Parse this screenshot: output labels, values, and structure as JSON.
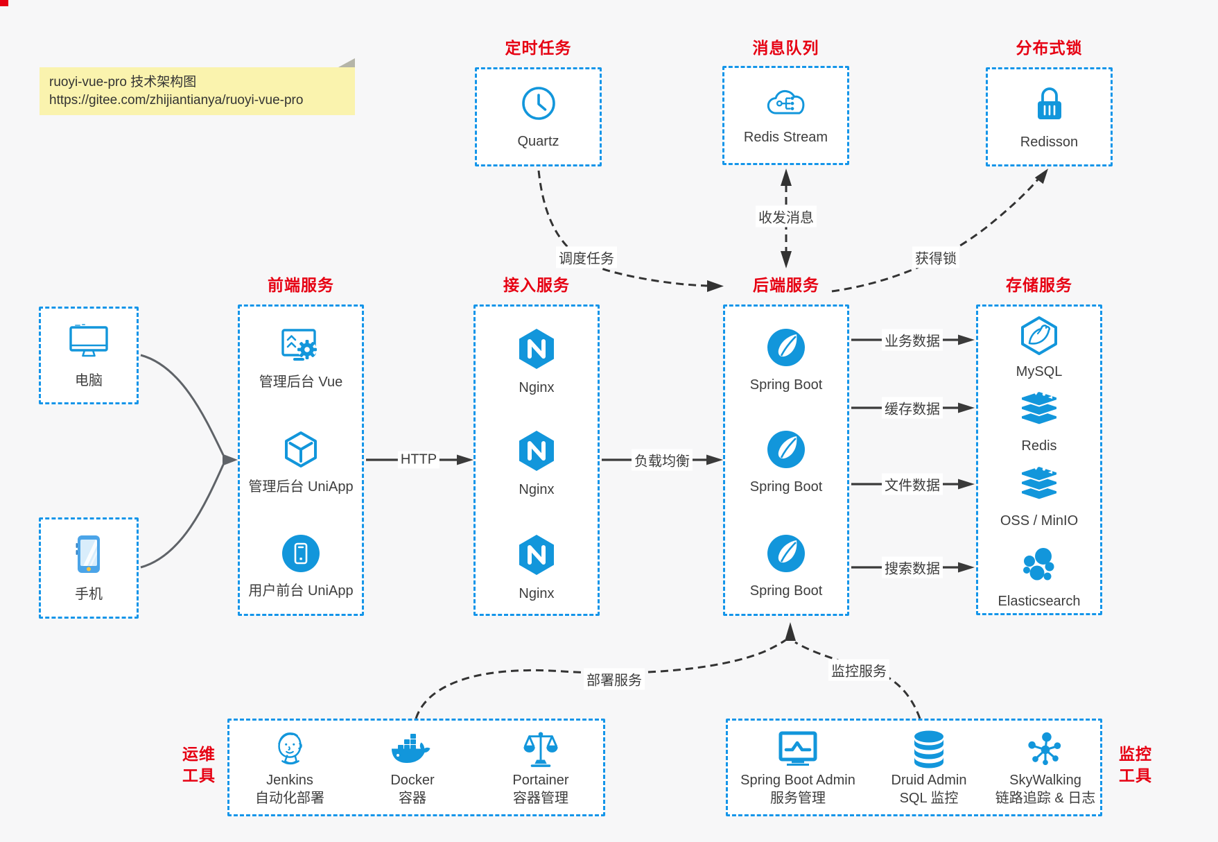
{
  "note": {
    "line1": "ruoyi-vue-pro 技术架构图",
    "line2": "https://gitee.com/zhijiantianya/ruoyi-vue-pro"
  },
  "groups": {
    "scheduler": {
      "title": "定时任务",
      "items": [
        {
          "label": "Quartz",
          "icon": "clock-icon"
        }
      ]
    },
    "mq": {
      "title": "消息队列",
      "items": [
        {
          "label": "Redis Stream",
          "icon": "cloud-stream-icon"
        }
      ]
    },
    "lock": {
      "title": "分布式锁",
      "items": [
        {
          "label": "Redisson",
          "icon": "padlock-icon"
        }
      ]
    },
    "clients": {
      "items": [
        {
          "label": "电脑",
          "icon": "desktop-icon"
        },
        {
          "label": "手机",
          "icon": "smartphone-icon"
        }
      ]
    },
    "frontend": {
      "title": "前端服务",
      "items": [
        {
          "label": "管理后台 Vue",
          "icon": "admin-vue-icon"
        },
        {
          "label": "管理后台 UniApp",
          "icon": "cube-icon"
        },
        {
          "label": "用户前台 UniApp",
          "icon": "phone-app-icon"
        }
      ]
    },
    "gateway": {
      "title": "接入服务",
      "items": [
        {
          "label": "Nginx",
          "icon": "nginx-icon"
        },
        {
          "label": "Nginx",
          "icon": "nginx-icon"
        },
        {
          "label": "Nginx",
          "icon": "nginx-icon"
        }
      ]
    },
    "backend": {
      "title": "后端服务",
      "items": [
        {
          "label": "Spring Boot",
          "icon": "spring-icon"
        },
        {
          "label": "Spring Boot",
          "icon": "spring-icon"
        },
        {
          "label": "Spring Boot",
          "icon": "spring-icon"
        }
      ]
    },
    "storage": {
      "title": "存储服务",
      "items": [
        {
          "label": "MySQL",
          "icon": "mysql-icon"
        },
        {
          "label": "Redis",
          "icon": "redis-stack-icon"
        },
        {
          "label": "OSS / MinIO",
          "icon": "oss-stack-icon"
        },
        {
          "label": "Elasticsearch",
          "icon": "elasticsearch-icon"
        }
      ]
    },
    "ops": {
      "side_label": "运维\n工具",
      "items": [
        {
          "name": "Jenkins",
          "desc": "自动化部署",
          "icon": "jenkins-icon"
        },
        {
          "name": "Docker",
          "desc": "容器",
          "icon": "docker-icon"
        },
        {
          "name": "Portainer",
          "desc": "容器管理",
          "icon": "portainer-icon"
        }
      ]
    },
    "monitoring": {
      "side_label": "监控\n工具",
      "items": [
        {
          "name": "Spring Boot Admin",
          "desc": "服务管理",
          "icon": "sba-icon"
        },
        {
          "name": "Druid Admin",
          "desc": "SQL 监控",
          "icon": "druid-icon"
        },
        {
          "name": "SkyWalking",
          "desc": "链路追踪 & 日志",
          "icon": "skywalking-icon"
        }
      ]
    }
  },
  "edges": {
    "http": "HTTP",
    "load_balance": "负载均衡",
    "biz_data": "业务数据",
    "cache_data": "缓存数据",
    "file_data": "文件数据",
    "search_data": "搜索数据",
    "schedule_task": "调度任务",
    "send_receive_msg": "收发消息",
    "acquire_lock": "获得锁",
    "deploy_service": "部署服务",
    "monitor_service": "监控服务"
  },
  "colors": {
    "primary_blue": "#1296db",
    "title_red": "#e60012",
    "arrow_dark": "#3a3a3a",
    "note_bg": "#faf3ae",
    "canvas_bg": "#f7f7f8"
  }
}
